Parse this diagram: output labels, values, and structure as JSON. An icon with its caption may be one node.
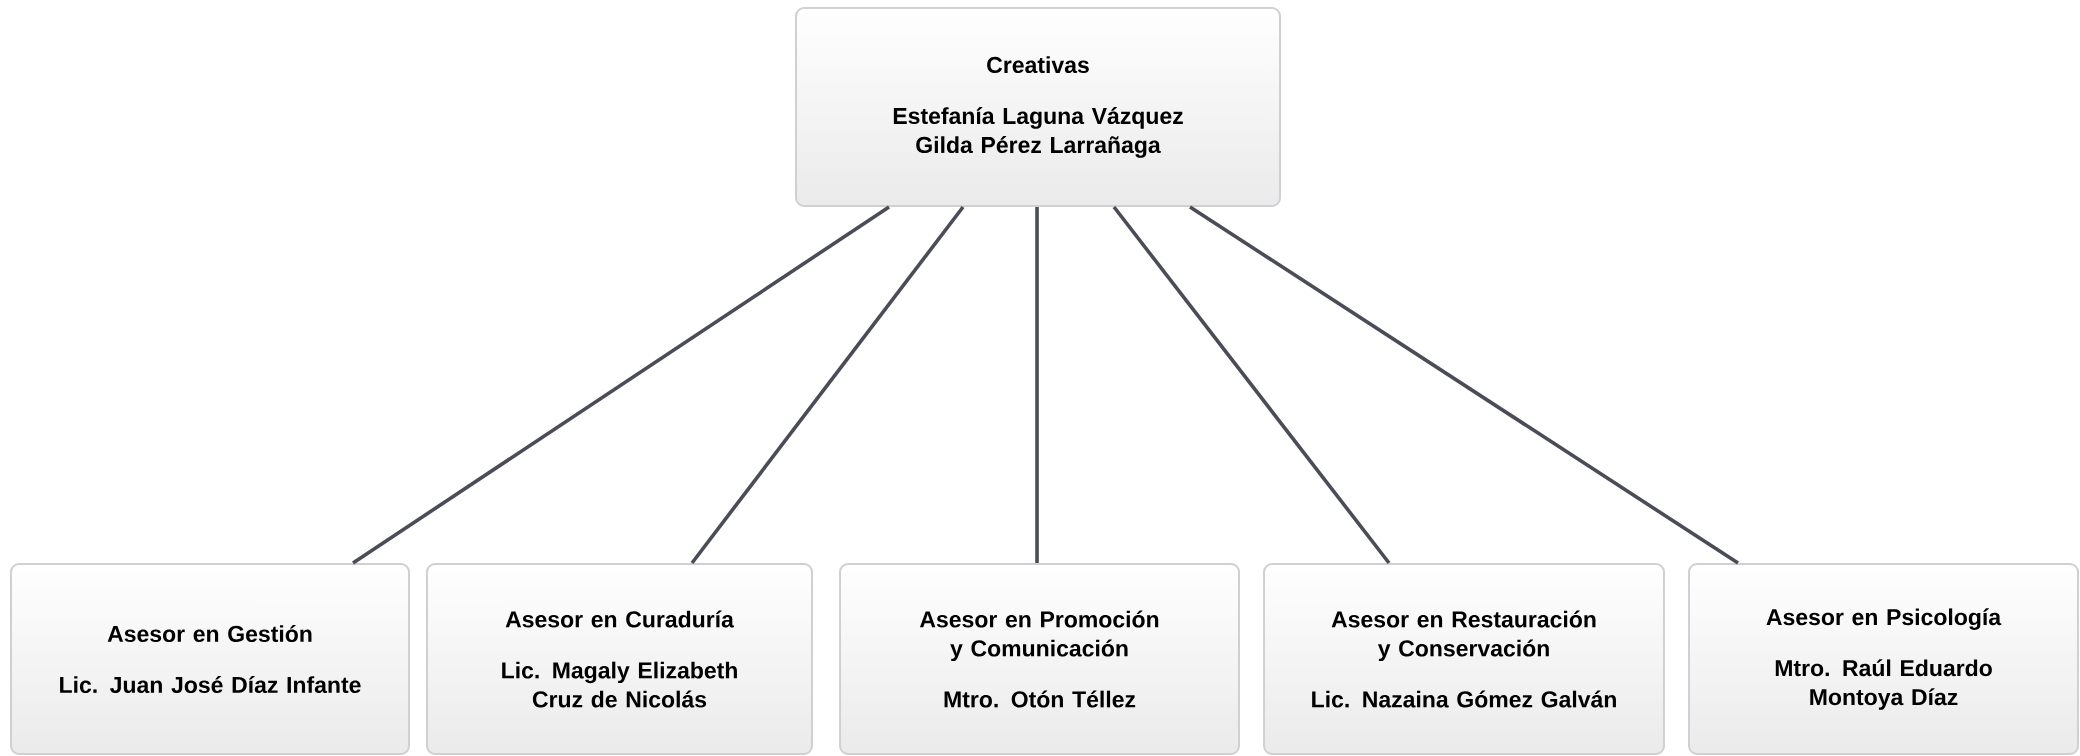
{
  "diagram": {
    "nodes": [
      {
        "text": [
          "Creativas",
          "Estefanía Laguna Vázquez Gilda Pérez Larrañaga"
        ]
      },
      {
        "text": [
          "Asesor en Gestión",
          "Lic. Juan José Díaz Infante"
        ]
      },
      {
        "text": [
          "Asesor en Curaduría",
          "Lic. Magaly Elizabeth Cruz de Nicolás"
        ]
      },
      {
        "text": [
          "Asesor en Promoción y Comunicación",
          "Mtro. Otón Téllez"
        ]
      },
      {
        "text": [
          "Asesor en Restauración y Conservación",
          "Lic. Nazaina Gómez Galván"
        ]
      },
      {
        "text": [
          "Asesor en Psicología",
          "Mtro. Raúl Eduardo Montoya Díaz"
        ]
      }
    ],
    "edges": [
      {
        "from": 0,
        "to": 1,
        "arrow": "none"
      },
      {
        "from": 0,
        "to": 2,
        "arrow": "none"
      },
      {
        "from": 0,
        "to": 3,
        "arrow": "none"
      },
      {
        "from": 0,
        "to": 4,
        "arrow": "none"
      },
      {
        "from": 0,
        "to": 5,
        "arrow": "none"
      }
    ]
  }
}
